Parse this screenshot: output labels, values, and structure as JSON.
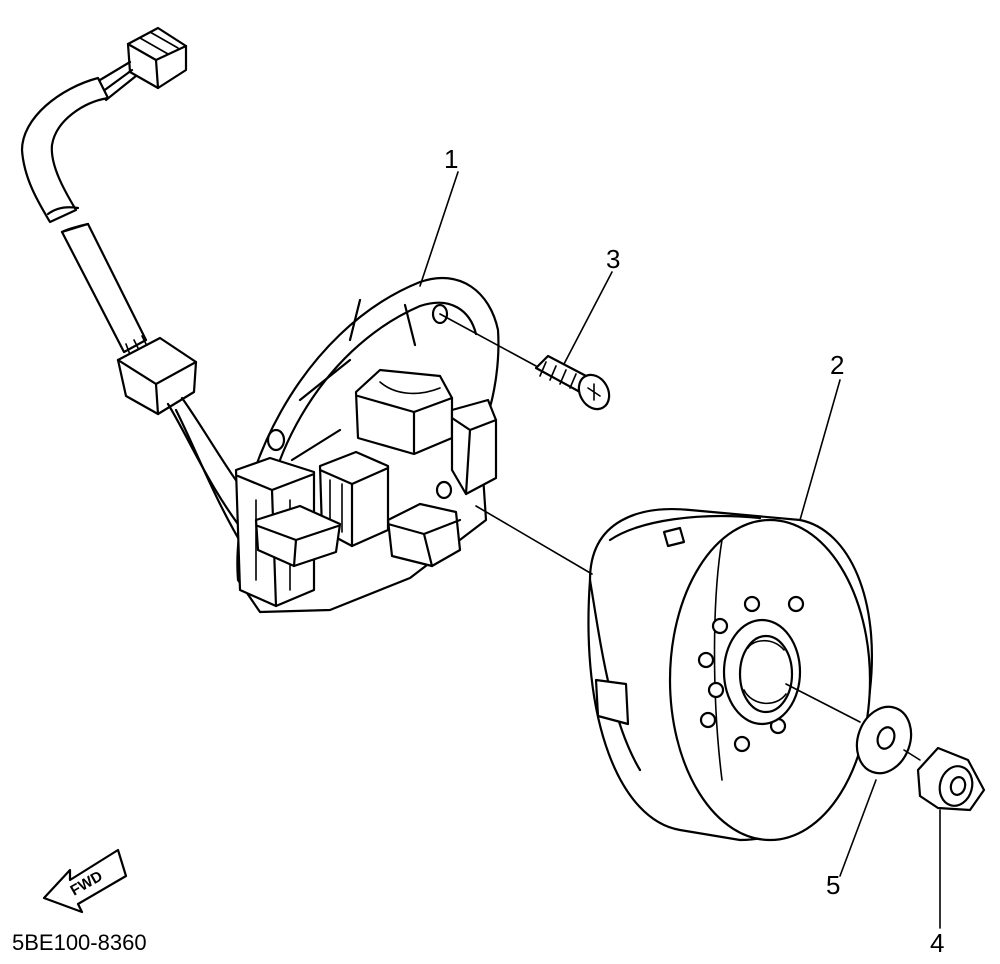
{
  "diagram": {
    "part_code": "5BE100-8360",
    "fwd_label": "FWD",
    "callouts": [
      {
        "id": "1",
        "text": "1"
      },
      {
        "id": "2",
        "text": "2"
      },
      {
        "id": "3",
        "text": "3"
      },
      {
        "id": "4",
        "text": "4"
      },
      {
        "id": "5",
        "text": "5"
      }
    ]
  }
}
